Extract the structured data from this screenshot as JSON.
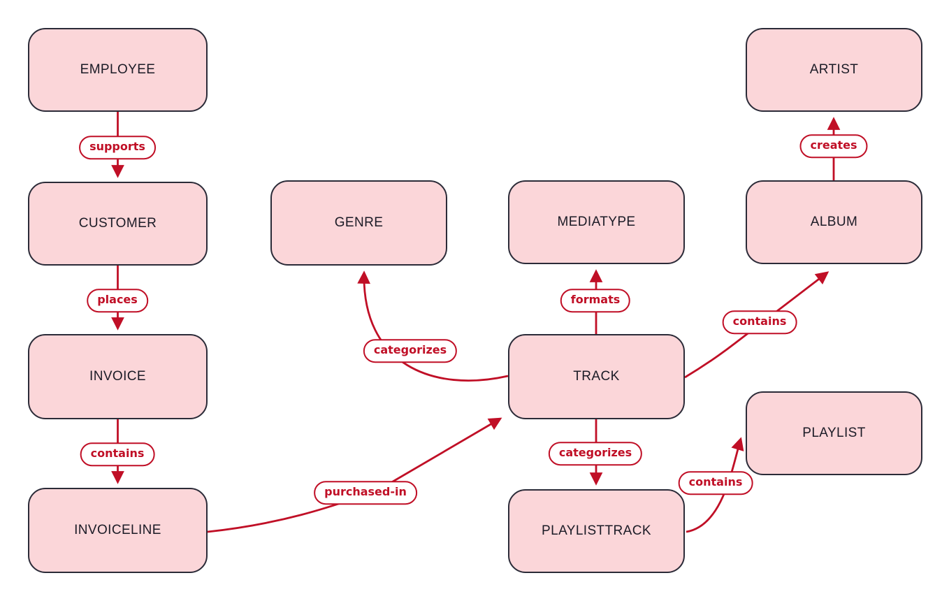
{
  "diagram": {
    "title": "music-store entity relationship diagram",
    "background_color": "#ffffff",
    "node_fill_color": "#fbd6d9",
    "node_border_color": "#2b2b38",
    "edge_color": "#c00f26",
    "node_text_color": "#1b1b26"
  },
  "nodes": [
    {
      "id": "employee",
      "label": "EMPLOYEE"
    },
    {
      "id": "customer",
      "label": "CUSTOMER"
    },
    {
      "id": "invoice",
      "label": "INVOICE"
    },
    {
      "id": "invoiceline",
      "label": "INVOICELINE"
    },
    {
      "id": "genre",
      "label": "GENRE"
    },
    {
      "id": "mediatype",
      "label": "MEDIATYPE"
    },
    {
      "id": "track",
      "label": "TRACK"
    },
    {
      "id": "playlisttrack",
      "label": "PLAYLISTTRACK"
    },
    {
      "id": "artist",
      "label": "ARTIST"
    },
    {
      "id": "album",
      "label": "ALBUM"
    },
    {
      "id": "playlist",
      "label": "PLAYLIST"
    }
  ],
  "edges": [
    {
      "from": "EMPLOYEE",
      "to": "CUSTOMER",
      "label": "supports"
    },
    {
      "from": "CUSTOMER",
      "to": "INVOICE",
      "label": "places"
    },
    {
      "from": "INVOICE",
      "to": "INVOICELINE",
      "label": "contains"
    },
    {
      "from": "INVOICELINE",
      "to": "TRACK",
      "label": "purchased-in"
    },
    {
      "from": "TRACK",
      "to": "GENRE",
      "label": "categorizes"
    },
    {
      "from": "TRACK",
      "to": "MEDIATYPE",
      "label": "formats"
    },
    {
      "from": "TRACK",
      "to": "ALBUM",
      "label": "contains"
    },
    {
      "from": "ALBUM",
      "to": "ARTIST",
      "label": "creates"
    },
    {
      "from": "TRACK",
      "to": "PLAYLISTTRACK",
      "label": "categorizes"
    },
    {
      "from": "PLAYLISTTRACK",
      "to": "PLAYLIST",
      "label": "contains"
    }
  ]
}
